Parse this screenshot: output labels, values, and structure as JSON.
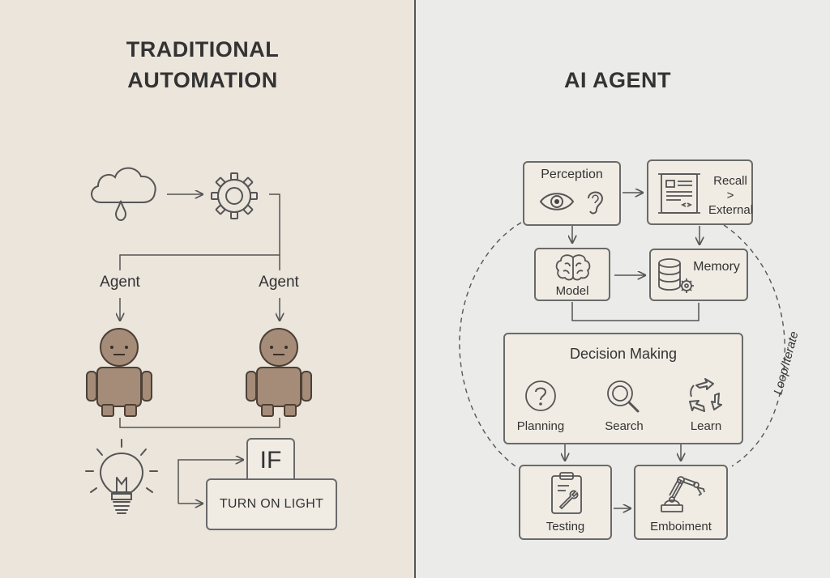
{
  "left": {
    "title_line1": "TRADITIONAL",
    "title_line2": "AUTOMATION",
    "agent_label_left": "Agent",
    "agent_label_right": "Agent",
    "if_label": "IF",
    "action_label": "TURN ON LIGHT"
  },
  "right": {
    "title": "AI AGENT",
    "perception": "Perception",
    "recall_line1": "Recall",
    "recall_line2": ">",
    "recall_line3": "External",
    "model": "Model",
    "memory": "Memory",
    "decision": "Decision Making",
    "planning": "Planning",
    "search": "Search",
    "learn": "Learn",
    "testing": "Testing",
    "embodiment": "Emboiment",
    "loop": "Loop/Iterate"
  },
  "colors": {
    "left_background": "#ebe5dc",
    "right_background": "#ebebe9",
    "robot": "#a58c78",
    "line": "#555555"
  }
}
